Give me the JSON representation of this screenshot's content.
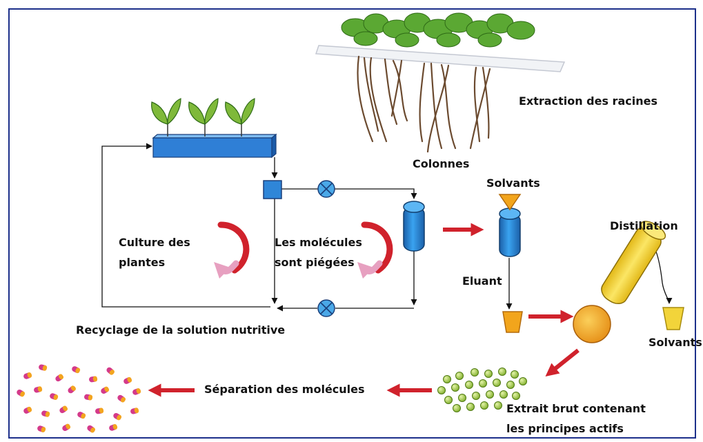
{
  "labels": {
    "root_extraction": "Extraction des racines",
    "columns": "Colonnes",
    "solvents_in": "Solvants",
    "distillation": "Distillation",
    "plant_culture_line1": "Culture des",
    "plant_culture_line2": "plantes",
    "molecules_trapped_line1": "Les molécules",
    "molecules_trapped_line2": "sont piégées",
    "eluent": "Eluant",
    "solvents_out": "Solvants",
    "recycling": "Recyclage de la solution nutritive",
    "separation": "Séparation des molécules",
    "crude_extract_line1": "Extrait brut contenant",
    "crude_extract_line2": "les principes actifs"
  },
  "colors": {
    "frame": "#1c2f8a",
    "tray_blue": "#2f7fd6",
    "leaf_green": "#7fb93a",
    "column_blue": "#2c8ee0",
    "pump_blue": "#4aa8e8",
    "red_arrow": "#d0222c",
    "pink_arrow": "#e7a0c0",
    "funnel_orange": "#f2a51c",
    "distiller_yellow": "#f2d43a",
    "flask_orange": "#f3a51f",
    "bead_green": "#a7d04a"
  }
}
